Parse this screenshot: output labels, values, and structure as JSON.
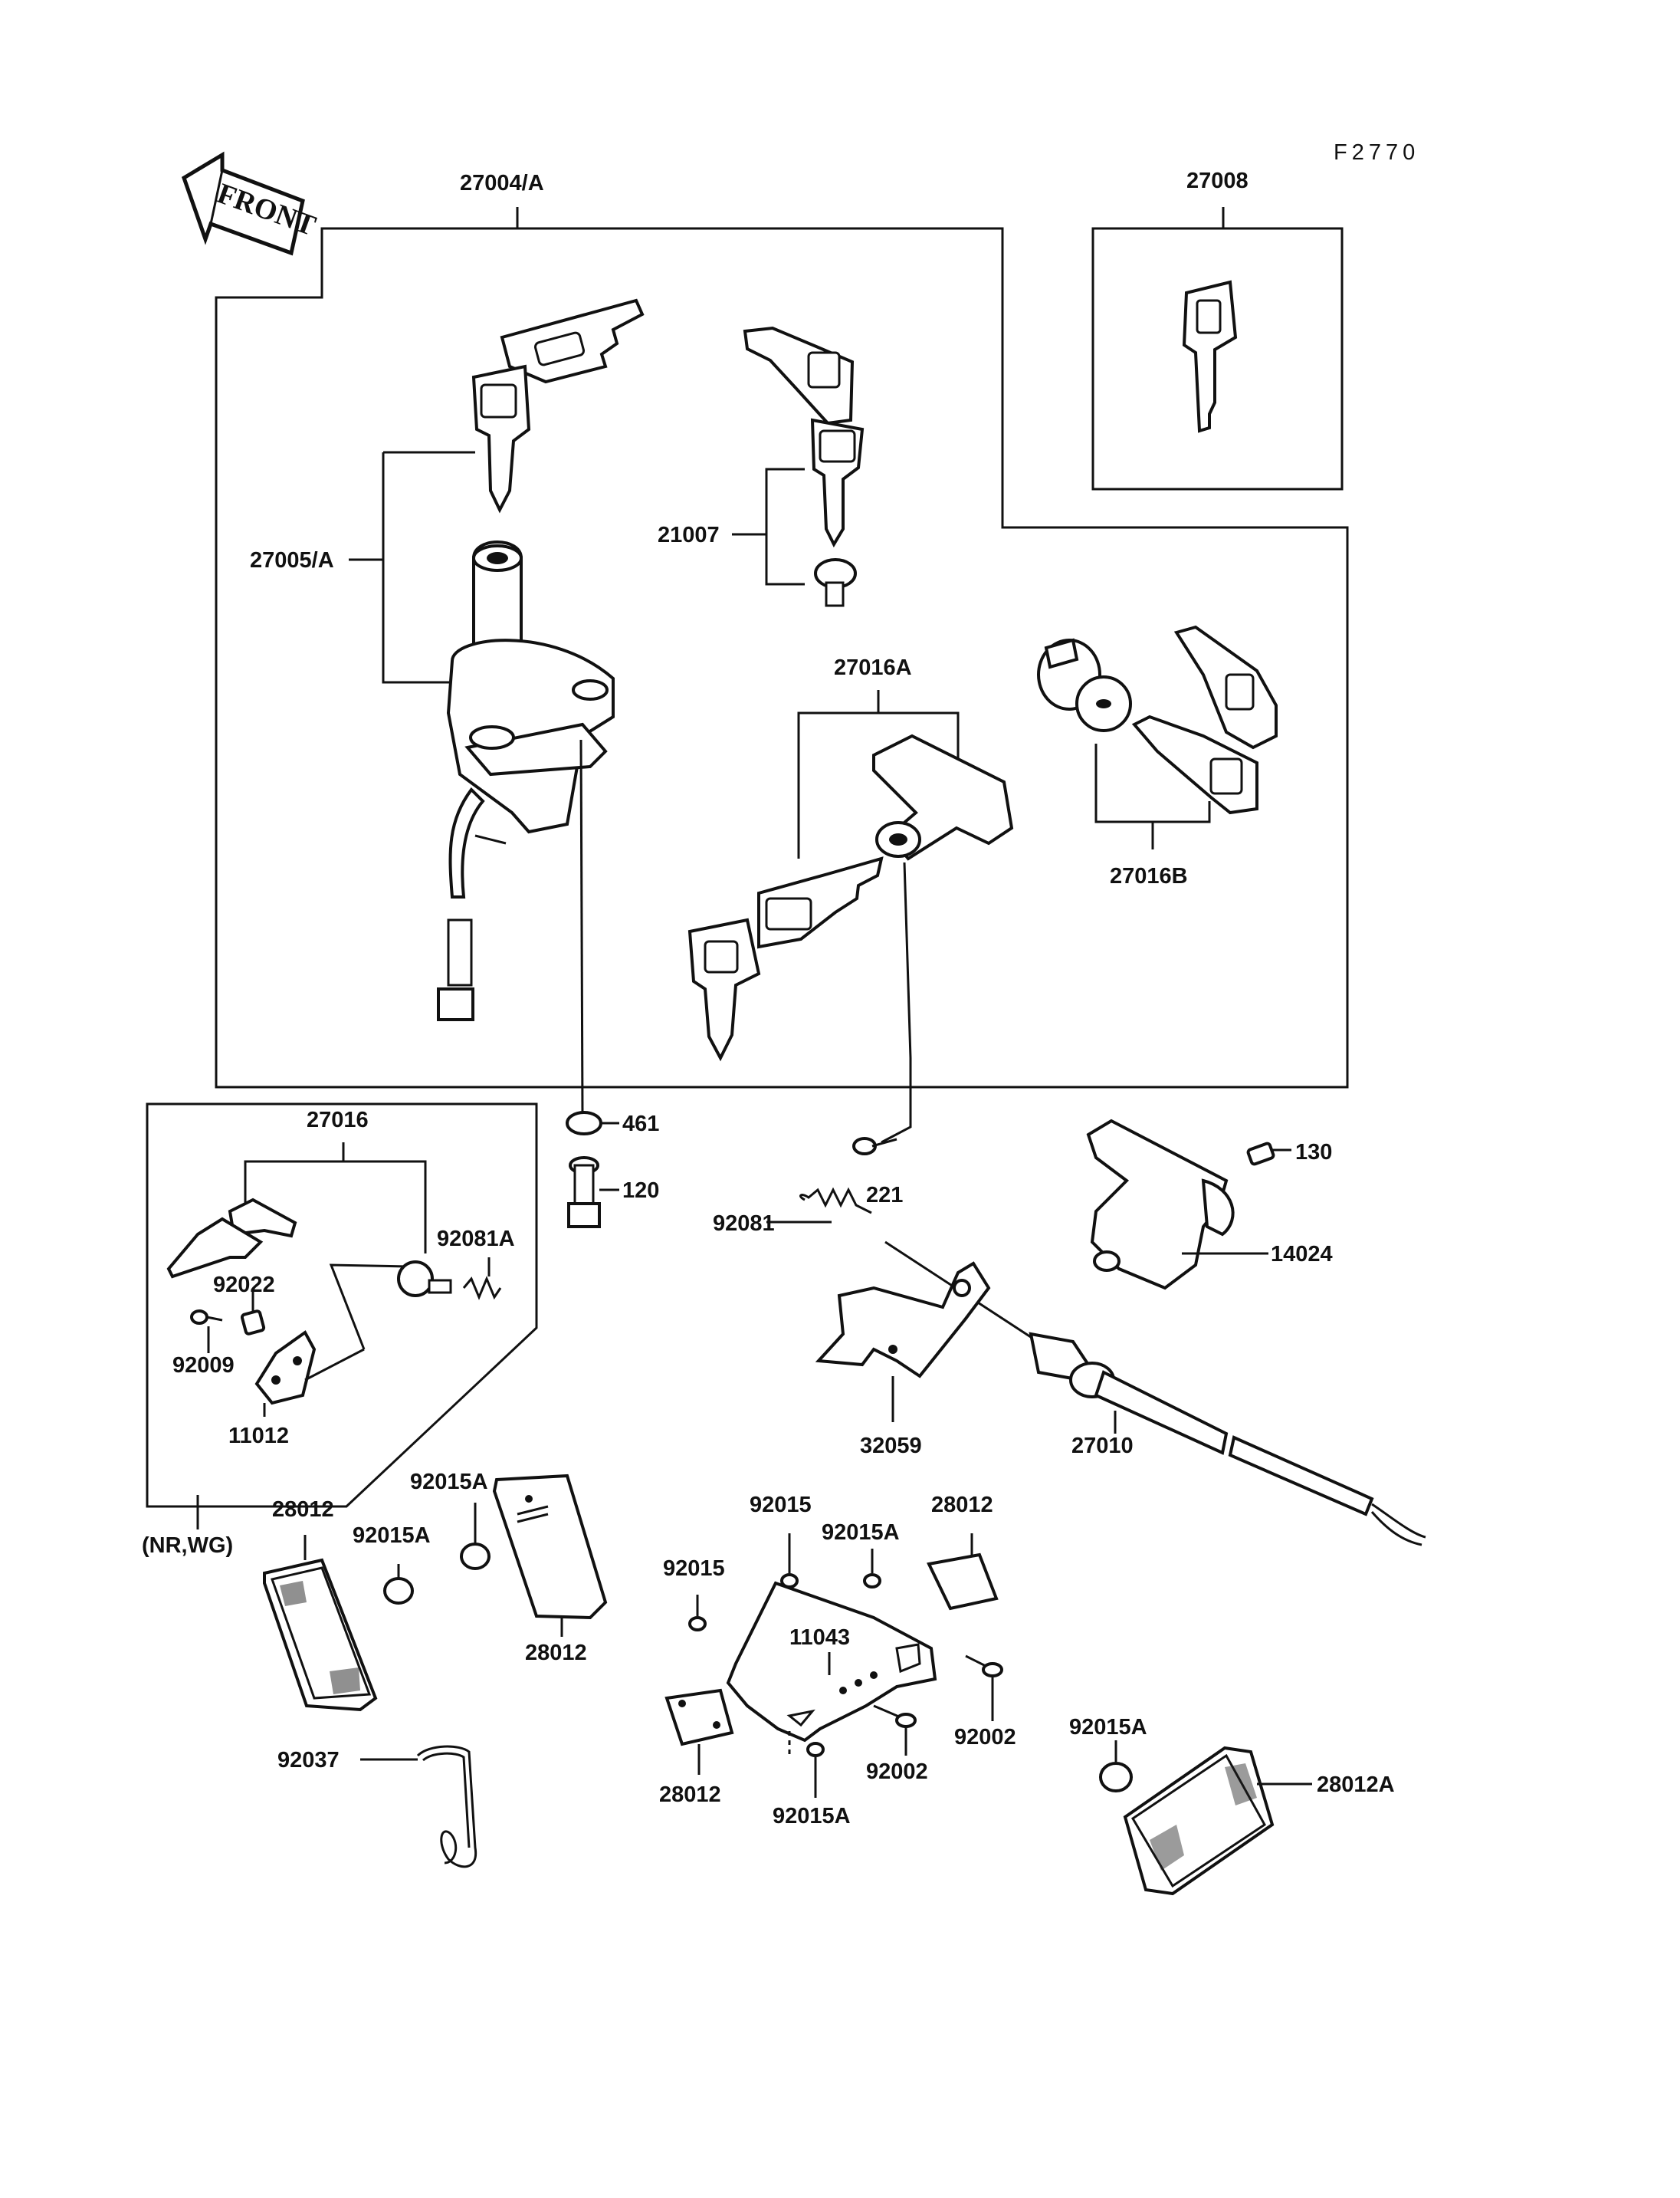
{
  "drawing_code": "F2770",
  "front_arrow": "FRONT",
  "variant_note": "(NR,WG)",
  "parts": {
    "p27004A": "27004/A",
    "p27008": "27008",
    "p27005A": "27005/A",
    "p21007": "21007",
    "p27016A": "27016A",
    "p27016B": "27016B",
    "p27016": "27016",
    "p92081A": "92081A",
    "p92022": "92022",
    "p92009": "92009",
    "p11012": "11012",
    "p461": "461",
    "p120": "120",
    "p221": "221",
    "p130": "130",
    "p92081": "92081",
    "p14024": "14024",
    "p32059": "32059",
    "p27010": "27010",
    "p28012_left": "28012",
    "p92015A_a": "92015A",
    "p92015A_b": "92015A",
    "p28012_mid": "28012",
    "p92015_a": "92015",
    "p92015A_c": "92015A",
    "p28012_right": "28012",
    "p92015_b": "92015",
    "p11043": "11043",
    "p92002_a": "92002",
    "p92002_b": "92002",
    "p28012_bottom": "28012",
    "p92015A_d": "92015A",
    "p92037": "92037",
    "p92015A_e": "92015A",
    "p28012A": "28012A"
  }
}
